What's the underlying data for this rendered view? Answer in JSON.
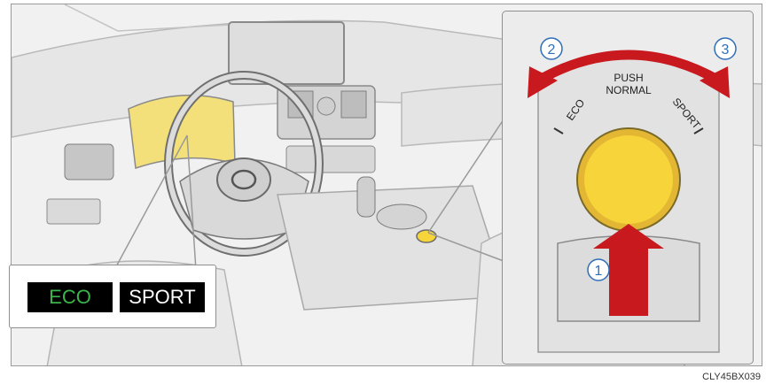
{
  "callout": {
    "push_line1": "PUSH",
    "push_line2": "NORMAL",
    "eco_label": "ECO",
    "sport_label": "SPORT",
    "step1": "1",
    "step2": "2",
    "step3": "3"
  },
  "indicators": {
    "eco": "ECO",
    "sport": "SPORT"
  },
  "figure_code": "CLY45BX039",
  "colors": {
    "knob": "#f6d43a",
    "cluster": "#f3e07a",
    "arrow_red": "#c8191e",
    "eco_green": "#39b54a",
    "step_blue": "#2f6fb8"
  }
}
